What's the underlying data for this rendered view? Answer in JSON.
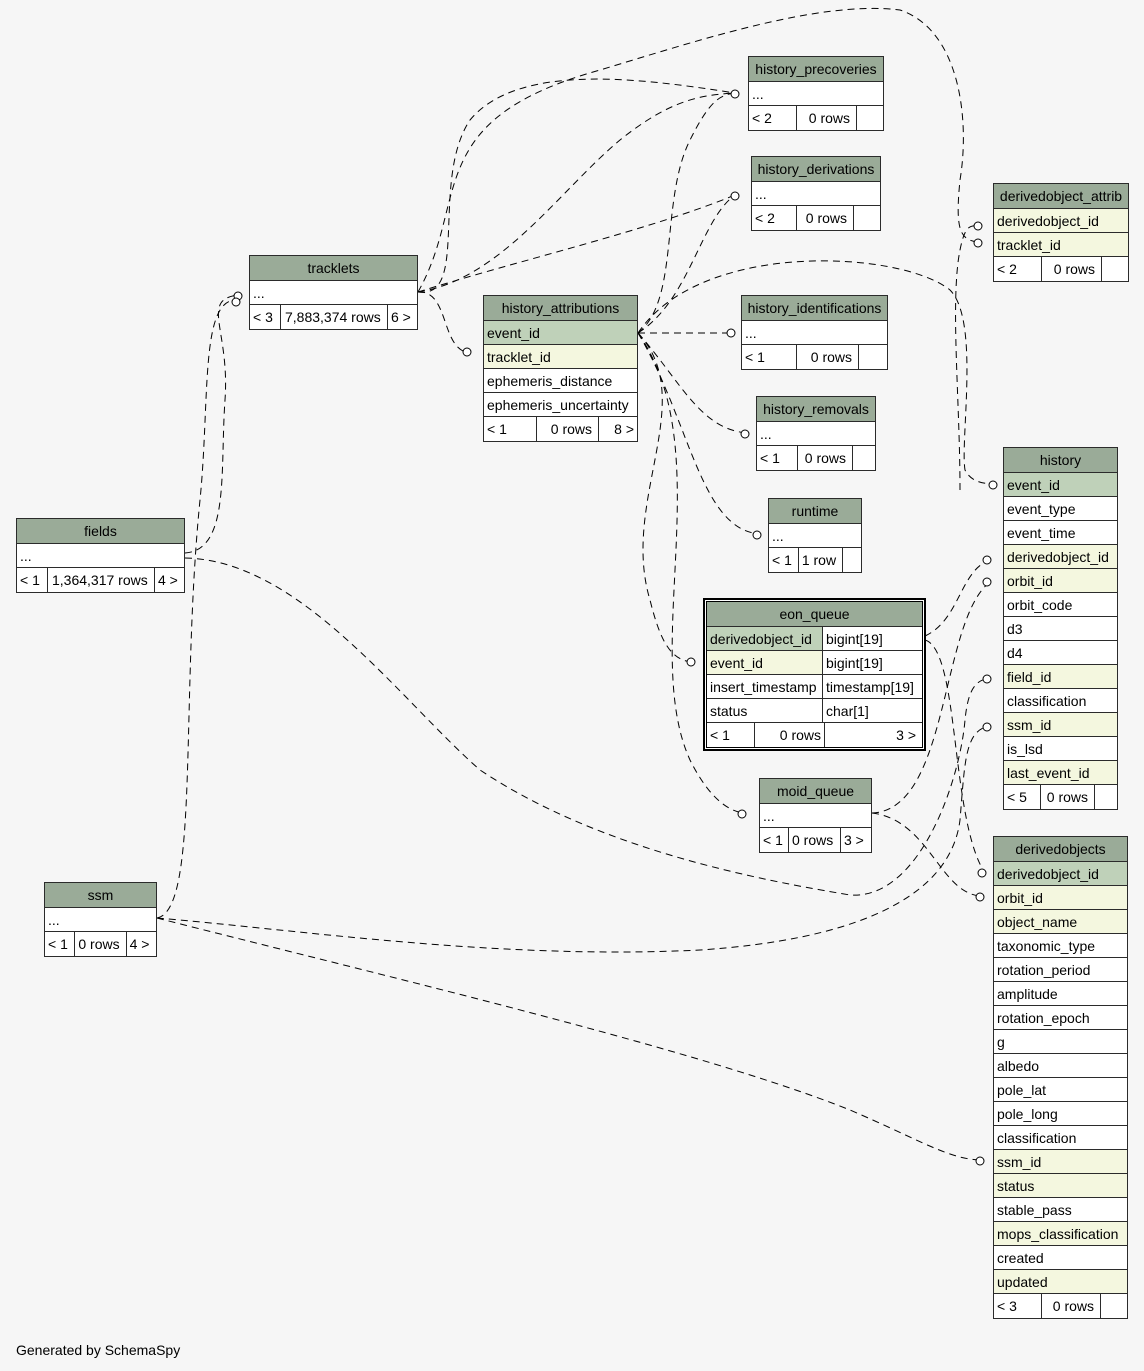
{
  "footer": "Generated by SchemaSpy",
  "tables": {
    "history_precoveries": {
      "name": "history_precoveries",
      "rows": [
        "..."
      ],
      "parents": "< 2",
      "count": "0 rows",
      "children": ""
    },
    "history_derivations": {
      "name": "history_derivations",
      "rows": [
        "..."
      ],
      "parents": "< 2",
      "count": "0 rows",
      "children": ""
    },
    "derivedobject_attrib": {
      "name": "derivedobject_attrib",
      "rows": [
        "derivedobject_id",
        "tracklet_id"
      ],
      "parents": "< 2",
      "count": "0 rows",
      "children": ""
    },
    "tracklets": {
      "name": "tracklets",
      "rows": [
        "..."
      ],
      "parents": "< 3",
      "count": "7,883,374 rows",
      "children": "6 >"
    },
    "history_attributions": {
      "name": "history_attributions",
      "rows": [
        "event_id",
        "tracklet_id",
        "ephemeris_distance",
        "ephemeris_uncertainty"
      ],
      "parents": "< 1",
      "count": "0 rows",
      "children": "8 >"
    },
    "history_identifications": {
      "name": "history_identifications",
      "rows": [
        "..."
      ],
      "parents": "< 1",
      "count": "0 rows",
      "children": ""
    },
    "history_removals": {
      "name": "history_removals",
      "rows": [
        "..."
      ],
      "parents": "< 1",
      "count": "0 rows",
      "children": ""
    },
    "history": {
      "name": "history",
      "rows": [
        "event_id",
        "event_type",
        "event_time",
        "derivedobject_id",
        "orbit_id",
        "orbit_code",
        "d3",
        "d4",
        "field_id",
        "classification",
        "ssm_id",
        "is_lsd",
        "last_event_id"
      ],
      "parents": "< 5",
      "count": "0 rows",
      "children": ""
    },
    "runtime": {
      "name": "runtime",
      "rows": [
        "..."
      ],
      "parents": "< 1",
      "count": "1 row",
      "children": ""
    },
    "fields": {
      "name": "fields",
      "rows": [
        "..."
      ],
      "parents": "< 1",
      "count": "1,364,317 rows",
      "children": "4 >"
    },
    "eon_queue": {
      "name": "eon_queue",
      "rows": [
        "derivedobject_id",
        "event_id",
        "insert_timestamp",
        "status"
      ],
      "types": [
        "bigint[19]",
        "bigint[19]",
        "timestamp[19]",
        "char[1]"
      ],
      "parents": "< 1",
      "count": "0 rows",
      "children": "3 >"
    },
    "moid_queue": {
      "name": "moid_queue",
      "rows": [
        "..."
      ],
      "parents": "< 1",
      "count": "0 rows",
      "children": "3 >"
    },
    "derivedobjects": {
      "name": "derivedobjects",
      "rows": [
        "derivedobject_id",
        "orbit_id",
        "object_name",
        "taxonomic_type",
        "rotation_period",
        "amplitude",
        "rotation_epoch",
        "g",
        "albedo",
        "pole_lat",
        "pole_long",
        "classification",
        "ssm_id",
        "status",
        "stable_pass",
        "mops_classification",
        "created",
        "updated"
      ],
      "parents": "< 3",
      "count": "0 rows",
      "children": ""
    },
    "ssm": {
      "name": "ssm",
      "rows": [
        "..."
      ],
      "parents": "< 1",
      "count": "0 rows",
      "children": "4 >"
    }
  }
}
